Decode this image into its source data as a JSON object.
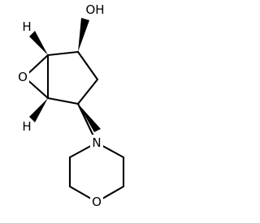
{
  "molecule": {
    "atoms": {
      "hydroxyl": "OH",
      "epoxide_oxygen": "O",
      "morpholine_nitrogen": "N",
      "morpholine_oxygen": "O",
      "h_top": "H",
      "h_bottom": "H"
    }
  }
}
